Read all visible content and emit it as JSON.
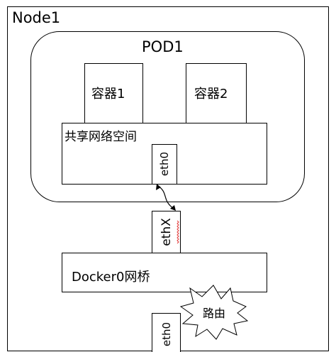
{
  "node": {
    "label": "Node1"
  },
  "pod": {
    "label": "POD1"
  },
  "containers": [
    {
      "label": "容器1"
    },
    {
      "label": "容器2"
    }
  ],
  "shared_netns": {
    "label": "共享网络空间"
  },
  "pod_interface": {
    "label": "eth0"
  },
  "host_veth": {
    "label": "ethX"
  },
  "bridge": {
    "label": "Docker0网桥"
  },
  "router": {
    "label": "路由"
  },
  "host_interface": {
    "label": "eth0"
  }
}
